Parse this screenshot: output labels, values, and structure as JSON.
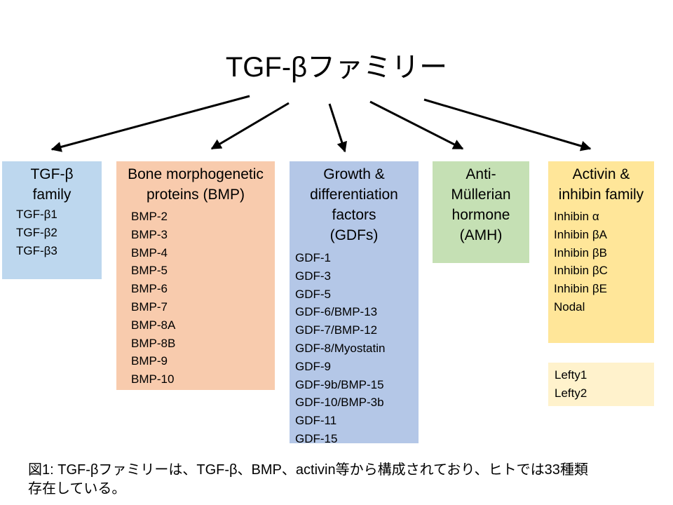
{
  "title": "TGF-βファミリー",
  "boxes": {
    "tgfb": {
      "heading": [
        "TGF-β",
        "family"
      ],
      "items": [
        "TGF-β1",
        "TGF-β2",
        "TGF-β3"
      ]
    },
    "bmp": {
      "heading": [
        "Bone morphogenetic",
        "proteins (BMP)"
      ],
      "items": [
        "BMP-2",
        "BMP-3",
        "BMP-4",
        "BMP-5",
        "BMP-6",
        "BMP-7",
        "BMP-8A",
        "BMP-8B",
        "BMP-9",
        "BMP-10"
      ]
    },
    "gdf": {
      "heading": [
        "Growth &",
        "differentiation",
        "factors",
        "(GDFs)"
      ],
      "items": [
        "GDF-1",
        "GDF-3",
        "GDF-5",
        "GDF-6/BMP-13",
        "GDF-7/BMP-12",
        "GDF-8/Myostatin",
        "GDF-9",
        "GDF-9b/BMP-15",
        "GDF-10/BMP-3b",
        "GDF-11",
        "GDF-15"
      ]
    },
    "amh": {
      "heading": [
        "Anti-",
        "Müllerian",
        "hormone",
        "(AMH)"
      ]
    },
    "activin": {
      "heading": [
        "Activin &",
        "inhibin family"
      ],
      "items": [
        "Inhibin α",
        "Inhibin βA",
        "Inhibin βB",
        "Inhibin βC",
        "Inhibin βE",
        "Nodal"
      ]
    },
    "lefty": {
      "items": [
        "Lefty1",
        "Lefty2"
      ]
    }
  },
  "caption": [
    "図1: TGF-βファミリーは、TGF-β、BMP、activin等から構成されており、ヒトでは33種類",
    "存在している。"
  ]
}
